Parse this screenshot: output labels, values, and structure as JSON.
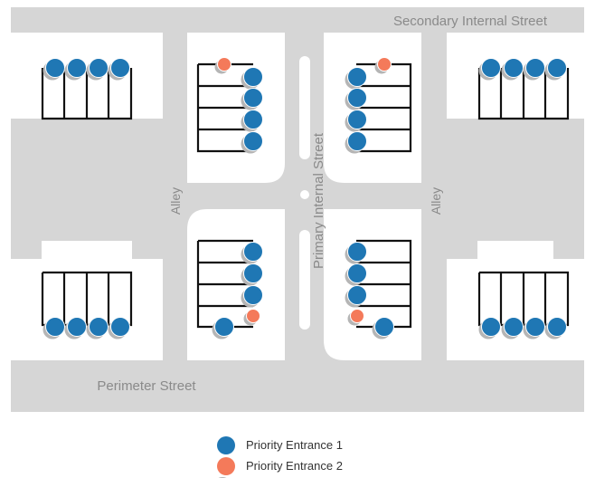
{
  "labels": {
    "secondary_street": "Secondary Internal Street",
    "primary_street": "Primary Internal Street",
    "perimeter_street": "Perimeter Street",
    "alley_left": "Alley",
    "alley_right": "Alley"
  },
  "legend": [
    {
      "label": "Priority Entrance 1",
      "color": "#1f77b4"
    },
    {
      "label": "Priority Entrance 2",
      "color": "#f47a5a"
    }
  ],
  "colors": {
    "street": "#d6d6d6",
    "block": "#ffffff",
    "outline": "#111111",
    "priority1": "#1f77b4",
    "priority2": "#f47a5a",
    "shadow": "#b5b5b5"
  }
}
